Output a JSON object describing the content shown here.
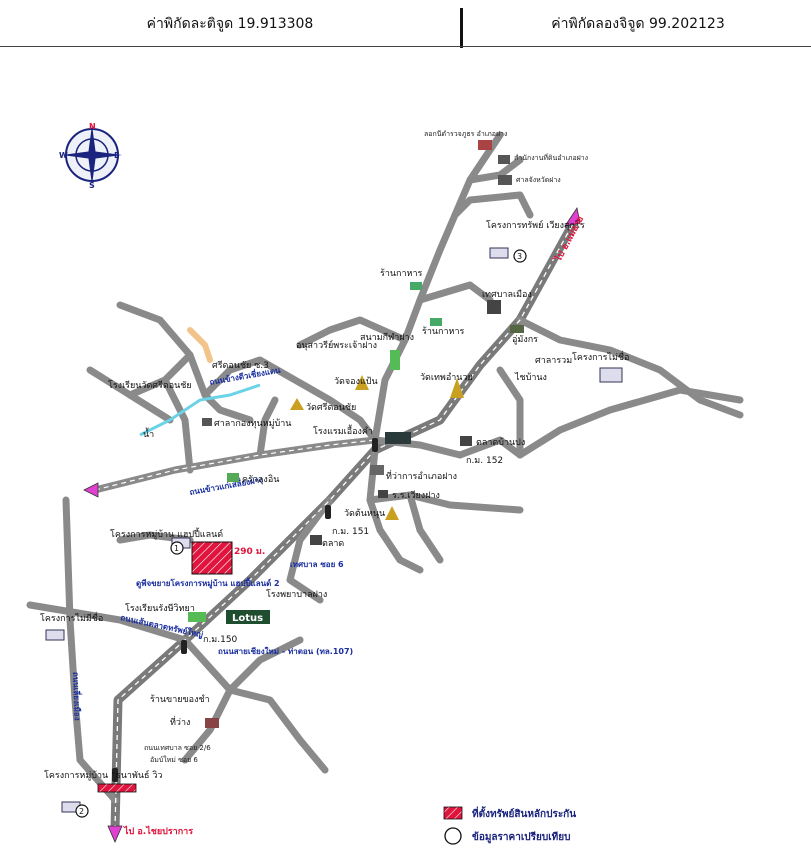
{
  "header": {
    "latitude": "ค่าพิกัดละติจูด 19.913308",
    "longitude": "ค่าพิกัดลองจิจูด 99.202123"
  },
  "compass": {
    "n": "N",
    "s": "S",
    "e": "E",
    "w": "W"
  },
  "places": {
    "district_office_top": "ลอกนีดำรวจภูธร อำเภอฝาง",
    "land_office": "สำนักงานที่ดินอำเภอฝาง",
    "district_court": "ศาลจังหวัดฝาง",
    "project_3": "โครงการทรัพย์ เวียงสุกโร",
    "to_mae_ai": "ไป อ.แม่อาย",
    "restaurant_1": "ร้านกาหาร",
    "restaurant_2": "ร้านกาหาร",
    "fang_municipality": "เทศบาลเมือง",
    "monument": "อนุสาวรีย์พระเจ้าฝาง",
    "stadium": "สนามกีฬาฝาง",
    "wat_chomchaeng": "วัดจองแป้น",
    "wat_thep": "วัดเทพอำนวย",
    "umkorn": "อู่มังกร",
    "sala": "ศาลารวม",
    "bai_ban_pong": "ไชบ้านง",
    "project_mai_sue": "โครงการไม่ชื่อ",
    "sriwichai_soi": "ศรีดอนชัย ซ.3",
    "school_sridonchai": "โรงเรียนวัดศรีดอนชัย",
    "wat_sridonchai": "วัดศรีดอนชัย",
    "village_hall": "ศาลากองทุนหมู่บ้าน",
    "hotel": "โรงแรมเอื้องคำ",
    "market_ban_pong": "ตลาดบ้านปง",
    "km152": "ก.ม. 152",
    "water": "น้ำ",
    "kitchen": "ครัวลุงอิน",
    "district_office": "ที่ว่าการอำเภอฝาง",
    "school_wiang": "ร.ร.เวียงฝาง",
    "wat_nongnun": "วัดต้นหนุน",
    "km151": "ก.ม. 151",
    "market": "ตลาด",
    "project_1": "โครงการหมู่บ้าน แฮปปี้แลนด์",
    "distance": "290 ม.",
    "happyland_2": "ดูพีจขยายโครงการหมู่บ้าน แฮปปี้แลนด์ 2",
    "municipal_soi6": "เทศบาล ซอย 6",
    "hospital": "โรงพยาบาลฝาง",
    "school_rangsri": "โรงเรียนรังษีวิทยา",
    "lotus": "Lotus",
    "project_mai_sue_2": "โครงการไม่มีชื่อ",
    "km150": "ก.ม.150",
    "highway": "ถนนสายเชียงใหม่ - ท่าตอน (ทล.107)",
    "shop_laundry": "ร้านขายของชำ",
    "vacant": "ที่ว่าง",
    "municipal_soi2": "ถนนเทศบาล ซอย 2/6",
    "chiangmai_soi": "อัมบ์ใหม่ ซอย 6",
    "project_2": "โครงการหมู่บ้าน \"ธนาพันธ์ วิว",
    "to_chai_prakan": "ไป อ.ไชยปราการ",
    "road_blue_1": "ถนนข้าวแก่เสลี่ยงฝาง",
    "road_blue_2": "ถนนข้างดีวเชี่ยงแดน",
    "road_blue_3": "ถนนเส้นตลาดทรัพย์ใหญ่",
    "road_blue_4": "ถนนเลี่ยงเมือง"
  },
  "legend": {
    "collateral": "ที่ตั้งทรัพย์สินหลักประกัน",
    "comparison": "ข้อมูลราคาเปรียบเทียบ"
  },
  "markers": {
    "m1": "1",
    "m2": "2",
    "m3": "3"
  },
  "colors": {
    "road": "#8a8a8a",
    "highway": "#7a7a7a",
    "river": "#6ad3e6",
    "road_label": "#1a2fa0",
    "collateral": "#e0143c",
    "arrow": "#e040d0",
    "legend_text": "#1a237e"
  }
}
